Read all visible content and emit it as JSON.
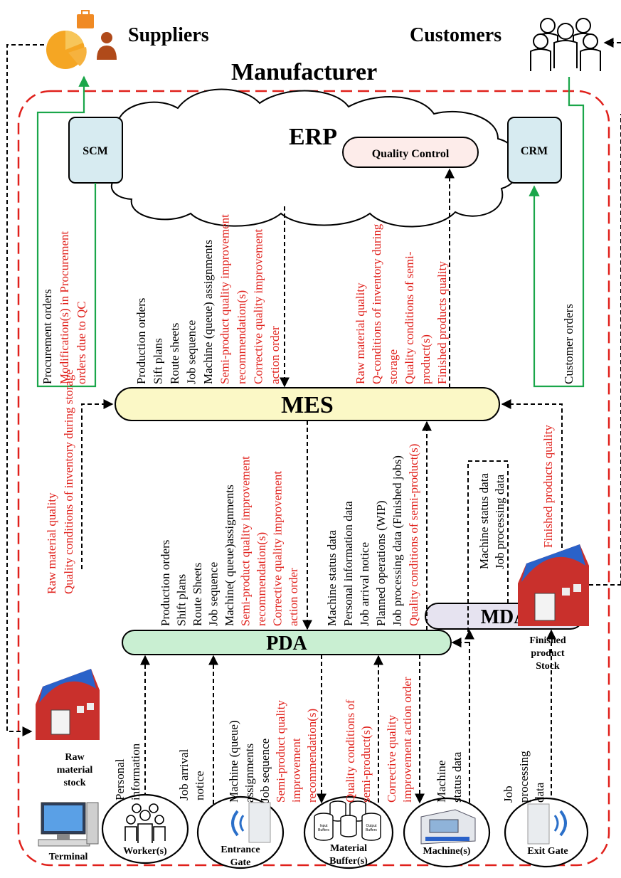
{
  "title": "Manufacturer",
  "suppliers": "Suppliers",
  "customers": "Customers",
  "erp": "ERP",
  "scm": "SCM",
  "crm": "CRM",
  "quality_control": "Quality Control",
  "mes": "MES",
  "pda": "PDA",
  "mda": "MDA",
  "colors": {
    "red": "#e0201b",
    "green": "#1aa64a",
    "mes_fill": "#fbf8c6",
    "pda_fill": "#c9efd2",
    "mda_fill": "#e6e3f0",
    "box_fill": "#d7ebf1"
  },
  "labels": {
    "scm_black": [
      "Procurement orders"
    ],
    "scm_red": [
      "Modification(s) in Procurement",
      "orders due to QC"
    ],
    "erp_mes_black": [
      "Production orders",
      "Sift plans",
      "Route sheets",
      "Job sequence",
      "Machine (queue) assignments"
    ],
    "erp_mes_red": [
      "Semi-product quality improvement",
      "recommendation(s)",
      "Corrective quality improvement",
      "action order"
    ],
    "mes_qc_red": [
      "Raw material quality",
      "Q-conditions of inventory during",
      "storage",
      "Quality conditions of semi-",
      "product(s)",
      "Finished products quality"
    ],
    "crm_black": [
      "Customer orders"
    ],
    "raw_red": [
      "Raw material quality",
      "Quality conditions of inventory during storage"
    ],
    "mes_pda_black": [
      "Production orders",
      "Shift plans",
      "Route Sheets",
      "Job sequence",
      "Machine( queue)assignments"
    ],
    "mes_pda_red": [
      "Semi-product quality improvement",
      "recommendation(s)",
      "Corrective quality improvement",
      "action order"
    ],
    "pda_mes_black": [
      "Machine status data",
      "Personal information data",
      "Job arrival notice",
      "Planned operations (WIP)",
      "Job processing data (Finished jobs)"
    ],
    "pda_mes_red": [
      "Quality conditions of semi-product(s)"
    ],
    "mda_mes_black": [
      "Machine status data",
      "Job processing data"
    ],
    "finished_red": [
      "Finished products quality"
    ],
    "worker_black": [
      "Personal",
      "information"
    ],
    "entrance_black": [
      "Job arrival",
      "notice"
    ],
    "buffer_black": [
      "Machine (queue)",
      "assignments",
      "Job sequence"
    ],
    "buffer_red": [
      "Semi-product quality",
      "improvement",
      "recommendation(s)"
    ],
    "buffer_up_red": [
      "Quality conditions of",
      "semi-product(s)"
    ],
    "machine_red": [
      "Corrective quality",
      "improvement action order"
    ],
    "machine_black": [
      "Machine",
      "status data"
    ],
    "exit_black": [
      "Job",
      "processing",
      "data"
    ]
  },
  "stocks": {
    "raw": [
      "Raw",
      "material",
      "stock"
    ],
    "finished": [
      "Finished",
      "product",
      "Stock"
    ]
  },
  "devices": {
    "terminal": "Terminal",
    "worker": "Worker(s)",
    "entrance": [
      "Entrance",
      "Gate"
    ],
    "buffer": [
      "Material",
      "Buffer(s)"
    ],
    "machine": "Machine(s)",
    "exit": "Exit Gate",
    "input_buffers": [
      "Input",
      "Buffers"
    ],
    "output_buffers": [
      "Output",
      "Buffers"
    ]
  }
}
